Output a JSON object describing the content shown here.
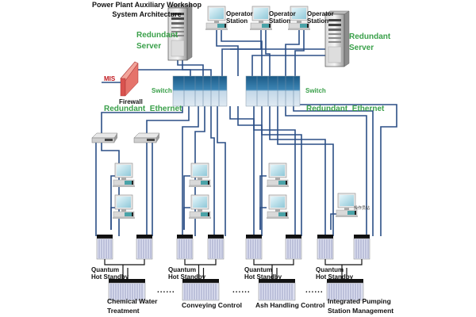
{
  "title": {
    "line1": "Power Plant Auxiliary Workshop",
    "line2": "System Architecture"
  },
  "top": {
    "server_left_label": [
      "Redundant",
      "Server"
    ],
    "server_right_label": [
      "Redundant",
      "Server"
    ],
    "operator_stations": [
      {
        "label": [
          "Operator",
          "Station"
        ]
      },
      {
        "label": [
          "Operator",
          "Station"
        ]
      },
      {
        "label": [
          "Operator",
          "Station"
        ]
      }
    ],
    "mis_label": "MIS",
    "firewall_label": "Firewall",
    "switch_left_label": "Switch",
    "switch_right_label": "Switch",
    "ethernet_left_label": "Redundant  Ethernet",
    "ethernet_right_label": "Redundant  Ethernet"
  },
  "subsystems": [
    {
      "name": [
        "Chemical Water",
        "Treatment"
      ],
      "plc_label": [
        "Quantum",
        "Hot Standby"
      ],
      "workstations": 2
    },
    {
      "name": [
        "Conveying Control"
      ],
      "plc_label": [
        "Quantum",
        "Hot Standby"
      ],
      "workstations": 2
    },
    {
      "name": [
        "Ash Handling Control"
      ],
      "plc_label": [
        "Quantum",
        "Hot Standby"
      ],
      "workstations": 2
    },
    {
      "name": [
        "Integrated Pumping",
        "Station Management"
      ],
      "plc_label": [
        "Quantum",
        "Hot Standby"
      ],
      "workstations": 1,
      "ws_caption": "操作员站"
    }
  ],
  "ellipsis": "......",
  "colors": {
    "line": "#2b4f86",
    "label_green": "#3aa04a",
    "mis_red": "#c0161c",
    "firewall": "#d9534f",
    "switch_blue": "#1f5f8f",
    "switch_light": "#c9dcea",
    "monitor_screen": "#bfe3ee",
    "cpu_teal": "#4aa3a8"
  }
}
